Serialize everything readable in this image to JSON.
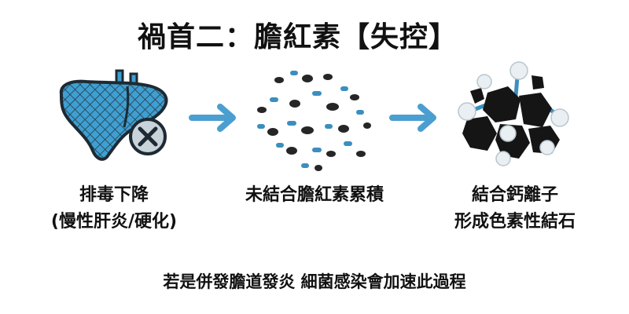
{
  "title": "禍首二：膽紅素【失控】",
  "steps": [
    {
      "line1": "排毒下降",
      "line2": "(慢性肝炎/硬化)",
      "icon": "damaged-liver-icon"
    },
    {
      "line1": "未結合膽紅素累積",
      "line2": "",
      "icon": "bilirubin-particles-icon"
    },
    {
      "line1": "結合鈣離子",
      "line2": "形成色素性結石",
      "icon": "pigment-stone-icon"
    }
  ],
  "arrow_icon": "right-arrow-icon",
  "footer": "若是併發膽道發炎  細菌感染會加速此過程",
  "colors": {
    "liver_blue": "#3f9fd1",
    "liver_outline": "#1e2a33",
    "arrow_blue": "#4a9fd0",
    "particle_dark": "#262626",
    "particle_blue": "#3a8fbf",
    "stone_black": "#151515",
    "calcium_white": "#e9eff2"
  }
}
